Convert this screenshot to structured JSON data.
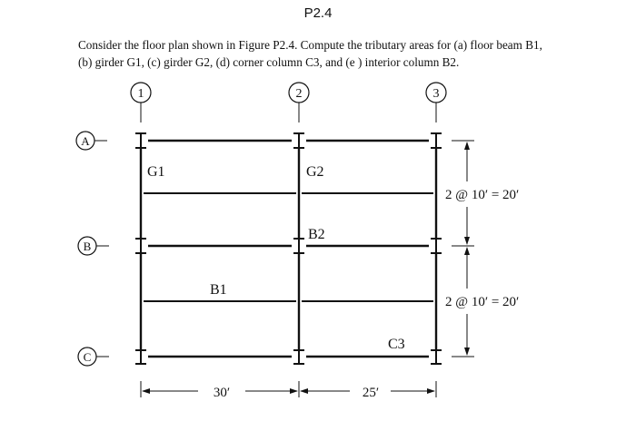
{
  "title": "P2.4",
  "problem_text": {
    "line1": "Consider the floor plan shown in Figure P2.4. Compute the tributary areas for (a) floor beam B1,",
    "line2": "(b) girder G1, (c) girder G2, (d) corner column C3, and (e ) interior column B2."
  },
  "figure": {
    "column_grid_labels": [
      "1",
      "2",
      "3"
    ],
    "row_grid_labels": [
      "A",
      "B",
      "C"
    ],
    "member_labels": {
      "g1": "G1",
      "g2": "G2",
      "b2": "B2",
      "b1": "B1",
      "c3": "C3"
    },
    "dimensions": {
      "span_left": "30′",
      "span_right": "25′",
      "bay_top": "2 @ 10′ = 20′",
      "bay_bottom": "2 @ 10′ = 20′"
    }
  }
}
